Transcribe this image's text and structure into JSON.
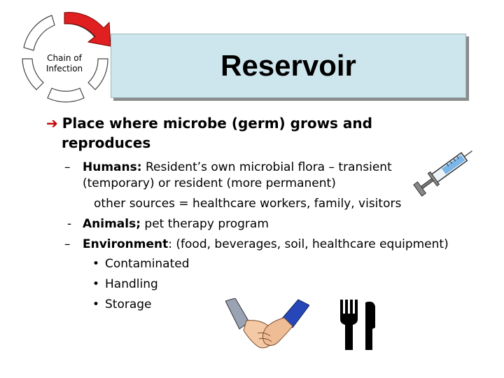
{
  "cycle": {
    "label_line1": "Chain of",
    "label_line2": "Infection"
  },
  "title": "Reservoir",
  "main_bullet": {
    "arrow": "➔",
    "line1": "Place where microbe (germ) grows and",
    "line2": "reproduces"
  },
  "sub_items": {
    "humans": {
      "dash": "–",
      "key": "Humans:",
      "text1": " Resident’s own microbial flora – transient",
      "text2": "(temporary) or resident (more permanent)",
      "text3": "other sources = healthcare workers, family, visitors"
    },
    "animals": {
      "dash": "-",
      "key": "Animals;",
      "text": " pet therapy program"
    },
    "environment": {
      "dash": "–",
      "key": "Environment",
      "text": ": (food, beverages, soil, healthcare  equipment)"
    }
  },
  "bullets": [
    "Contaminated",
    "Handling",
    "Storage"
  ],
  "bullet_symbol": "•",
  "icons": [
    "chain-of-infection-cycle-icon",
    "syringe-icon",
    "handshake-icon",
    "fork-and-knife-icon"
  ],
  "colors": {
    "title_bg": "#cde5ec",
    "arrow_red": "#c00000",
    "cycle_red": "#e02020"
  }
}
